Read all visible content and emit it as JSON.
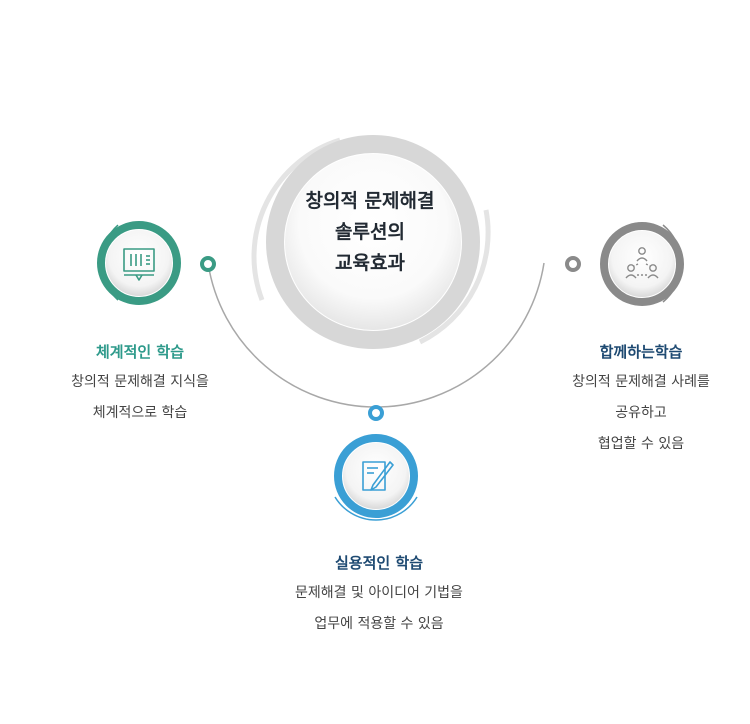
{
  "center": {
    "lines": [
      "창의적 문제해결",
      "솔루션의",
      "교육효과"
    ]
  },
  "items": [
    {
      "key": "systematic",
      "title": "체계적인 학습",
      "desc": [
        "창의적 문제해결 지식을",
        "체계적으로 학습"
      ],
      "icon": "book-icon",
      "color": "#3a9b84"
    },
    {
      "key": "practical",
      "title": "실용적인 학습",
      "desc": [
        "문제해결 및 아이디어 기법을",
        "업무에 적용할 수 있음"
      ],
      "icon": "pencil-note-icon",
      "color": "#3a9fd5"
    },
    {
      "key": "together",
      "title": "합께하는학습",
      "desc": [
        "창의적 문제해결 사례를",
        "공유하고",
        "협업할 수 있음"
      ],
      "icon": "people-network-icon",
      "color": "#8a8a8a"
    }
  ],
  "colors": {
    "connector": "#a0a0a0",
    "center_ring": "#dcdcdc",
    "title_dark": "#222a33"
  }
}
